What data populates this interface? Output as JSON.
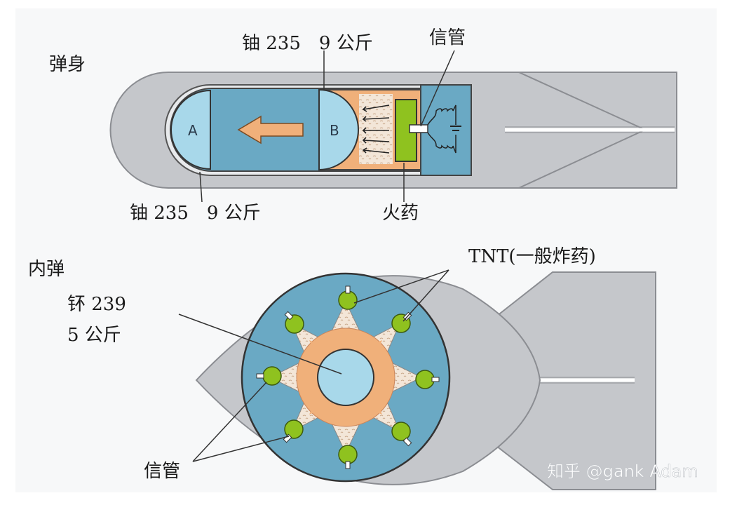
{
  "colors": {
    "paper": "#f7f8f9",
    "casing": "#c5c7cb",
    "casing_stroke": "#8b8d92",
    "chamber_blue": "#6aa9c4",
    "uranium_light": "#a8d8ea",
    "orange": "#f0b07a",
    "green": "#8fc21f",
    "dark_line": "#333333",
    "watermark": "#ffffff"
  },
  "top_diagram": {
    "title": "弹身",
    "label_top_mass": "铀 235　9 公斤",
    "label_fuse": "信管",
    "label_bottom_mass": "铀 235　9 公斤",
    "label_powder": "火药",
    "piece_a": "A",
    "piece_b": "B",
    "arrow_icon": "left-arrow-icon"
  },
  "bottom_diagram": {
    "title": "内弹",
    "label_material": "钚 239",
    "label_mass": "5 公斤",
    "label_tnt": "TNT(一般炸药)",
    "label_fuses": "信管"
  },
  "watermark": "知乎 @gank Adam"
}
